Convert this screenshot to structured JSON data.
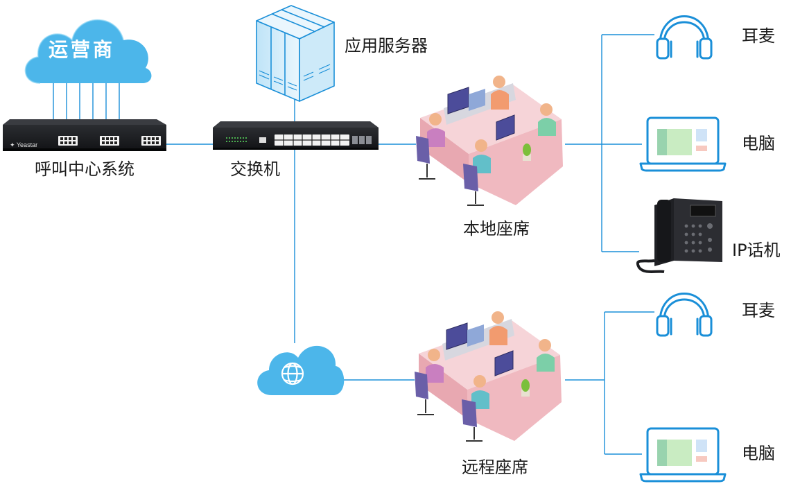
{
  "nodes": {
    "carrier": {
      "label": "运营商"
    },
    "call_center": {
      "label": "呼叫中心系统",
      "brand": "Yeastar"
    },
    "switch": {
      "label": "交换机"
    },
    "app_server": {
      "label": "应用服务器"
    },
    "local_seats": {
      "label": "本地座席"
    },
    "remote_seats": {
      "label": "远程座席"
    },
    "local_devices": [
      {
        "label": "耳麦",
        "icon": "headset-icon"
      },
      {
        "label": "电脑",
        "icon": "laptop-icon"
      },
      {
        "label": "IP话机",
        "icon": "ip-phone-icon"
      }
    ],
    "remote_devices": [
      {
        "label": "耳麦",
        "icon": "headset-icon"
      },
      {
        "label": "电脑",
        "icon": "laptop-icon"
      }
    ]
  },
  "colors": {
    "accent": "#1a8fd8",
    "cloud": "#4cb6ea",
    "line": "#1a8fd8",
    "server": "#d6eefb",
    "desk": "#f2c6cc",
    "chair": "#6a5fa8",
    "device_dark": "#222428"
  }
}
